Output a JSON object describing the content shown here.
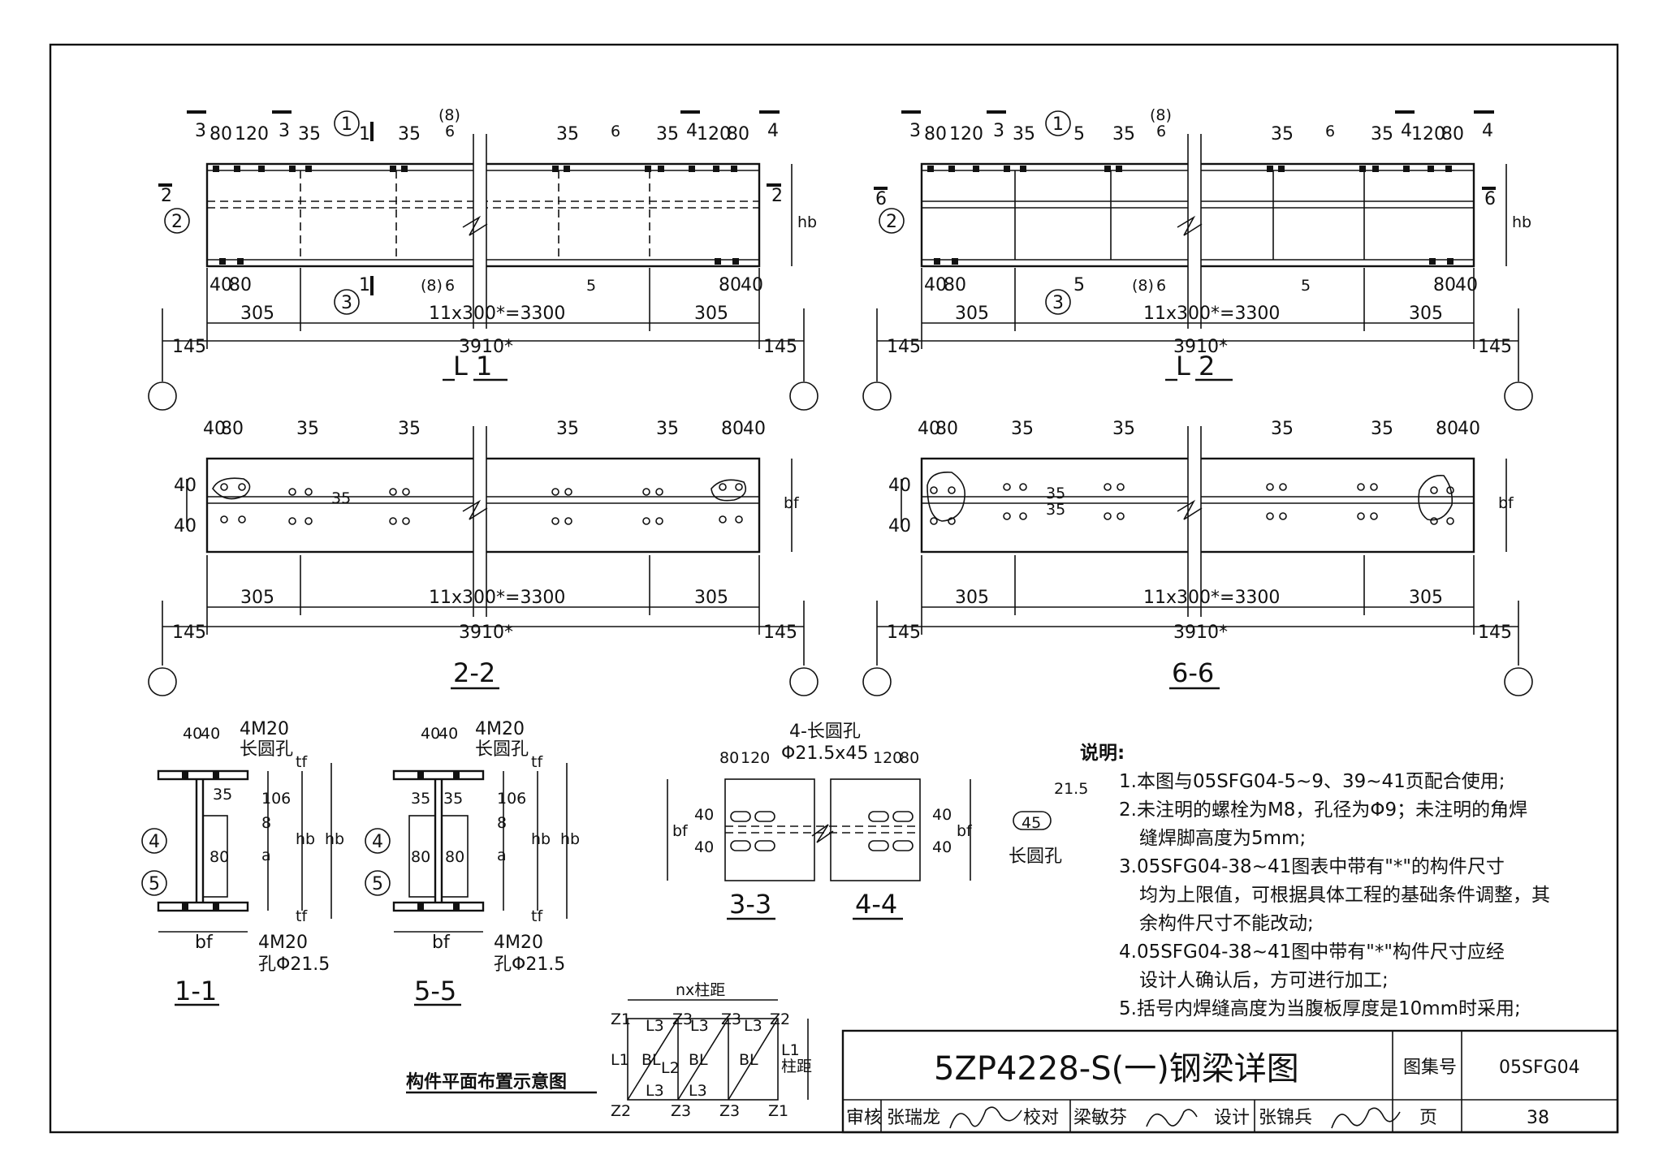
{
  "views": {
    "l1": {
      "title": "L 1",
      "top_dims": [
        "3",
        "80",
        "120",
        "3",
        "35",
        "1",
        "35",
        "(8)",
        "6",
        "35",
        "6",
        "35",
        "4",
        "120",
        "80",
        "4"
      ],
      "bottom_dims": [
        "40",
        "80",
        "1",
        "(8)",
        "6",
        "5",
        "80",
        "40"
      ],
      "dim_305": "305",
      "dim_span": "11x300*=3300",
      "dim_total": "3910*",
      "dim_end": "145",
      "dim_hb": "hb",
      "markers": [
        "1",
        "2",
        "3"
      ],
      "sec2": "2"
    },
    "l2": {
      "title": "L 2",
      "top_dims": [
        "3",
        "80",
        "120",
        "3",
        "35",
        "5",
        "35",
        "(8)",
        "6",
        "35",
        "6",
        "35",
        "4",
        "120",
        "80",
        "4"
      ],
      "bottom_dims": [
        "40",
        "80",
        "5",
        "(8)",
        "6",
        "5",
        "80",
        "40"
      ],
      "dim_305": "305",
      "dim_span": "11x300*=3300",
      "dim_total": "3910*",
      "dim_end": "145",
      "dim_hb": "hb",
      "markers": [
        "1",
        "2",
        "3"
      ],
      "sec6": "6"
    },
    "s22": {
      "title": "2-2",
      "top_dims": [
        "40",
        "80",
        "35",
        "35",
        "35",
        "35",
        "80",
        "40"
      ],
      "side_dims": [
        "40",
        "40",
        "35",
        "bf"
      ],
      "dim_305": "305",
      "dim_span": "11x300*=3300",
      "dim_total": "3910*",
      "dim_end": "145"
    },
    "s66": {
      "title": "6-6",
      "top_dims": [
        "40",
        "80",
        "35",
        "35",
        "35",
        "35",
        "80",
        "40"
      ],
      "side_dims": [
        "40",
        "40",
        "35",
        "35",
        "bf"
      ],
      "dim_305": "305",
      "dim_span": "11x300*=3300",
      "dim_total": "3910*",
      "dim_end": "145"
    },
    "s11": {
      "title": "1-1",
      "top": [
        "40",
        "40"
      ],
      "bolt_top": "4M20",
      "slot_top": "长圆孔",
      "dims": [
        "35",
        "106",
        "80",
        "8",
        "a",
        "hb",
        "hb",
        "tf",
        "tf"
      ],
      "bolt_bottom": "4M20",
      "hole_bottom": "孔Φ21.5",
      "bf": "bf",
      "markers": [
        "4",
        "5"
      ]
    },
    "s55": {
      "title": "5-5",
      "top": [
        "40",
        "40"
      ],
      "bolt_top": "4M20",
      "slot_top": "长圆孔",
      "dims": [
        "35",
        "35",
        "106",
        "80",
        "80",
        "8",
        "a",
        "hb",
        "hb",
        "tf",
        "tf"
      ],
      "bolt_bottom": "4M20",
      "hole_bottom": "孔Φ21.5",
      "bf": "bf",
      "markers": [
        "4",
        "5"
      ]
    },
    "s33": {
      "title": "3-3",
      "label": "4-长圆孔",
      "hole": "Φ21.5x45",
      "dims_left": [
        "80",
        "120"
      ],
      "dims_side": [
        "bf",
        "40",
        "40"
      ]
    },
    "s44": {
      "title": "4-4",
      "dims_right": [
        "120",
        "80"
      ],
      "dims_side": [
        "40",
        "40",
        "bf"
      ]
    },
    "slot": {
      "title": "长圆孔",
      "w": "45",
      "h": "21.5"
    }
  },
  "notes": {
    "heading": "说明:",
    "items": [
      "1.本图与05SFG04-5~9、39~41页配合使用;",
      "2.未注明的螺栓为M8，孔径为Φ9；未注明的角焊",
      "缝焊脚高度为5mm;",
      "3.05SFG04-38~41图表中带有\"*\"的构件尺寸",
      "均为上限值，可根据具体工程的基础条件调整，其",
      "余构件尺寸不能改动;",
      "4.05SFG04-38~41图中带有\"*\"构件尺寸应经",
      "设计人确认后，方可进行加工;",
      "5.括号内焊缝高度为当腹板厚度是10mm时采用;"
    ]
  },
  "layout_diagram": {
    "caption": "构件平面布置示意图",
    "top": "nx柱距",
    "right": "柱距",
    "nodes": [
      "Z1",
      "L3",
      "Z3",
      "L3",
      "Z3",
      "L3",
      "Z2",
      "L1",
      "BL",
      "L2",
      "BL",
      "BL",
      "L1",
      "Z2",
      "L3",
      "L3",
      "Z3",
      "Z3",
      "Z1"
    ]
  },
  "title_block": {
    "title": "5ZP4228-S(一)钢梁详图",
    "atlas_label": "图集号",
    "atlas_no": "05SFG04",
    "review_label": "审核",
    "reviewer": "张瑞龙",
    "check_label": "校对",
    "checker": "梁敏芬",
    "design_label": "设计",
    "designer": "张锦兵",
    "page_label": "页",
    "page_no": "38"
  }
}
